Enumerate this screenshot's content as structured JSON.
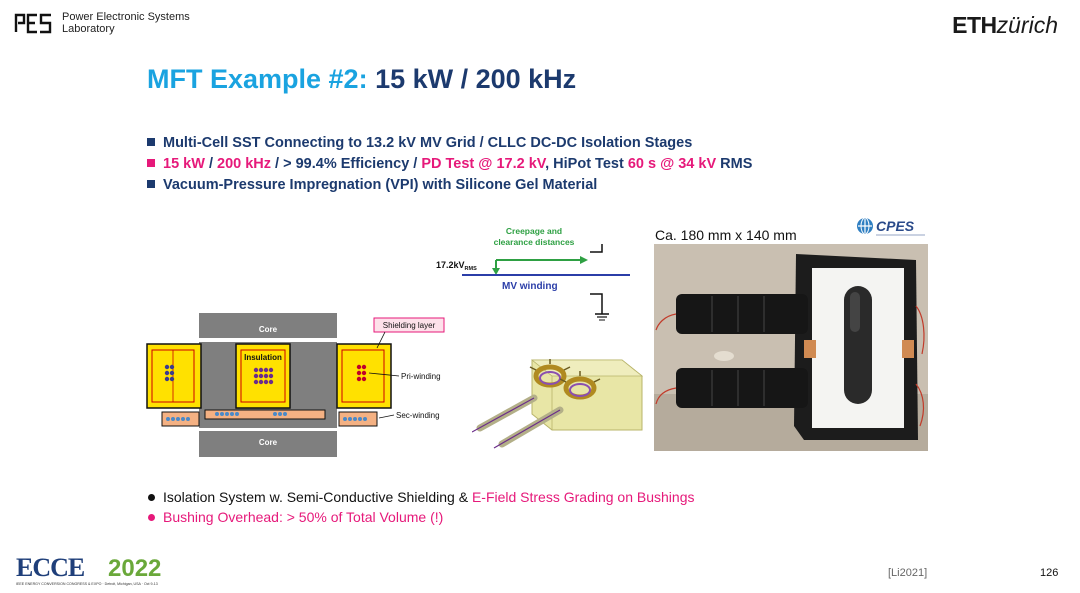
{
  "header": {
    "lab_name_line1": "Power Electronic Systems",
    "lab_name_line2": "Laboratory",
    "eth_bold": "ETH",
    "eth_italic": "zürich"
  },
  "title": {
    "accent": "MFT Example #2:",
    "main": "15 kW / 200 kHz"
  },
  "bullets": [
    {
      "segments": [
        {
          "text": "Multi-Cell SST Connecting to 13.2 kV MV Grid / CLLC DC-DC Isolation Stages",
          "color": "#1c3a6e"
        }
      ]
    },
    {
      "segments": [
        {
          "text": "15 kW",
          "color": "#e6197a"
        },
        {
          "text": " / ",
          "color": "#1c3a6e"
        },
        {
          "text": "200 kHz",
          "color": "#e6197a"
        },
        {
          "text": " / > 99.4% Efficiency / ",
          "color": "#1c3a6e"
        },
        {
          "text": "PD Test @ 17.2 kV",
          "color": "#e6197a"
        },
        {
          "text": ", HiPot Test ",
          "color": "#1c3a6e"
        },
        {
          "text": "60 s @ 34 kV",
          "color": "#e6197a"
        },
        {
          "text": " RMS",
          "color": "#1c3a6e"
        }
      ]
    },
    {
      "segments": [
        {
          "text": "Vacuum-Pressure Impregnation (VPI) with Silicone Gel Material",
          "color": "#1c3a6e"
        }
      ]
    }
  ],
  "diagram": {
    "core_top": "Core",
    "core_bottom": "Core",
    "insulation": "Insulation",
    "shielding_layer": "Shielding layer",
    "pri_winding": "Pri-winding",
    "sec_winding": "Sec-winding"
  },
  "creepage": {
    "title_line1": "Creepage and",
    "title_line2": "clearance distances",
    "voltage": "17.2kV",
    "voltage_sub": "RMS",
    "winding": "MV winding"
  },
  "photo": {
    "label": "Ca. 180 mm x 140 mm",
    "logo_text": "CPES"
  },
  "bottom_bullets": [
    {
      "segments": [
        {
          "text": "Isolation System w. Semi-Conductive Shielding & ",
          "color": "#111111"
        },
        {
          "text": "E-Field Stress Grading on Bushings",
          "color": "#e6197a"
        }
      ]
    },
    {
      "segments": [
        {
          "text": "Bushing Overhead: > 50% of Total Volume (!)",
          "color": "#e6197a"
        }
      ]
    }
  ],
  "footer": {
    "ecce_logo_text": "ECCE",
    "ecce_year": "2022",
    "ecce_subtitle": "IEEE ENERGY CONVERSION CONGRESS & EXPO · Detroit, Michigan, USA · Oct 9-13",
    "citation": "[Li2021]",
    "page_number": "126"
  },
  "colors": {
    "accent_blue": "#1aa3e0",
    "navy": "#1c3a6e",
    "pink": "#e6197a"
  }
}
